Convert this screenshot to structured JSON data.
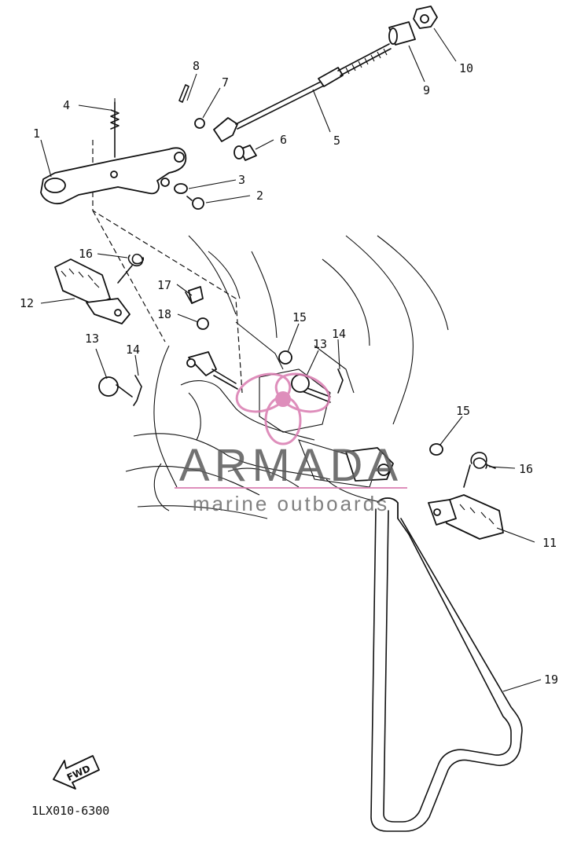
{
  "diagram": {
    "callouts": [
      {
        "id": "c1",
        "text": "1"
      },
      {
        "id": "c2",
        "text": "2"
      },
      {
        "id": "c3",
        "text": "3"
      },
      {
        "id": "c4",
        "text": "4"
      },
      {
        "id": "c5",
        "text": "5"
      },
      {
        "id": "c6",
        "text": "6"
      },
      {
        "id": "c7",
        "text": "7"
      },
      {
        "id": "c8",
        "text": "8"
      },
      {
        "id": "c9",
        "text": "9"
      },
      {
        "id": "c10",
        "text": "10"
      },
      {
        "id": "c11",
        "text": "11"
      },
      {
        "id": "c12",
        "text": "12"
      },
      {
        "id": "c13a",
        "text": "13"
      },
      {
        "id": "c13b",
        "text": "13"
      },
      {
        "id": "c14a",
        "text": "14"
      },
      {
        "id": "c14b",
        "text": "14"
      },
      {
        "id": "c15a",
        "text": "15"
      },
      {
        "id": "c15b",
        "text": "15"
      },
      {
        "id": "c16a",
        "text": "16"
      },
      {
        "id": "c16b",
        "text": "16"
      },
      {
        "id": "c17",
        "text": "17"
      },
      {
        "id": "c18",
        "text": "18"
      },
      {
        "id": "c19",
        "text": "19"
      }
    ],
    "fwd_label": "FWD",
    "drawing_code": "1LX010-6300"
  },
  "watermark": {
    "brand": "ARMADA",
    "tagline": "marine outboards",
    "brand_color": "#5a5a5a",
    "accent_color": "#d97bb0"
  }
}
